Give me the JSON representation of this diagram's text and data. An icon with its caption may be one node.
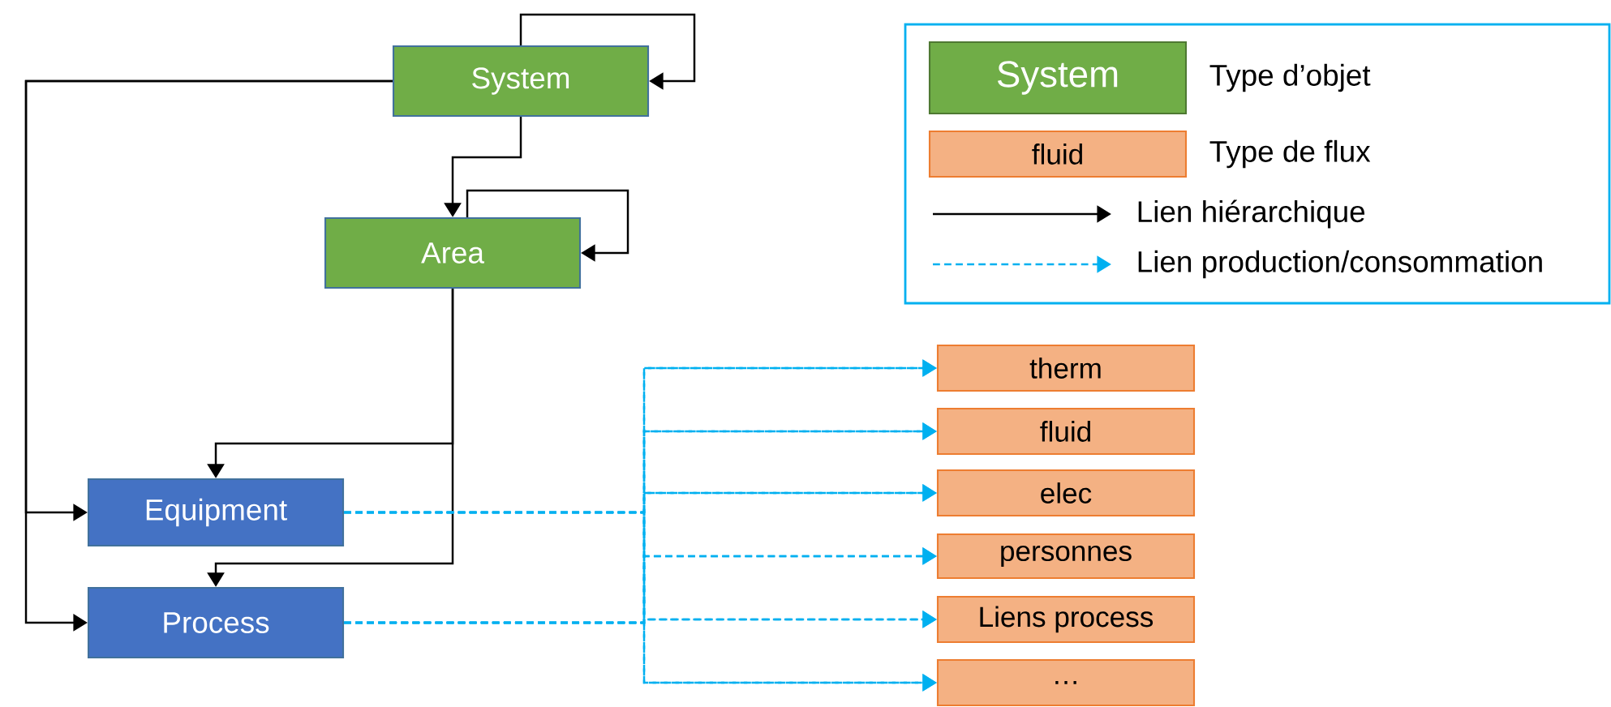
{
  "diagram": {
    "nodes": [
      {
        "text": [
          "System"
        ]
      },
      {
        "text": [
          "Area"
        ]
      },
      {
        "text": [
          "Equipment"
        ]
      },
      {
        "text": [
          "Process"
        ]
      },
      {
        "text": [
          "therm"
        ]
      },
      {
        "text": [
          "fluid"
        ]
      },
      {
        "text": [
          "elec"
        ]
      },
      {
        "text": [
          "personnes"
        ]
      },
      {
        "text": [
          "Liens process"
        ]
      },
      {
        "text": [
          "…"
        ]
      }
    ],
    "edges": [
      {
        "from": 0,
        "to": 0,
        "arrow": "to",
        "color": "#000000"
      },
      {
        "from": 0,
        "to": 1,
        "arrow": "to",
        "color": "#000000"
      },
      {
        "from": 1,
        "to": 1,
        "arrow": "to",
        "color": "#000000"
      },
      {
        "from": 0,
        "to": 2,
        "arrow": "to",
        "color": "#000000"
      },
      {
        "from": 0,
        "to": 3,
        "arrow": "to",
        "color": "#000000"
      },
      {
        "from": 1,
        "to": 2,
        "arrow": "to",
        "color": "#000000"
      },
      {
        "from": 1,
        "to": 3,
        "arrow": "to",
        "color": "#000000"
      },
      {
        "from": 2,
        "to": 4,
        "arrow": "to",
        "style": "dashed",
        "color": "#00b0f0"
      },
      {
        "from": 2,
        "to": 5,
        "arrow": "to",
        "style": "dashed",
        "color": "#00b0f0"
      },
      {
        "from": 2,
        "to": 6,
        "arrow": "to",
        "style": "dashed",
        "color": "#00b0f0"
      },
      {
        "from": 2,
        "to": 7,
        "arrow": "to",
        "style": "dashed",
        "color": "#00b0f0"
      },
      {
        "from": 2,
        "to": 8,
        "arrow": "to",
        "style": "dashed",
        "color": "#00b0f0"
      },
      {
        "from": 2,
        "to": 9,
        "arrow": "to",
        "style": "dashed",
        "color": "#00b0f0"
      },
      {
        "from": 3,
        "to": 4,
        "arrow": "to",
        "style": "dashed",
        "color": "#00b0f0"
      },
      {
        "from": 3,
        "to": 5,
        "arrow": "to",
        "style": "dashed",
        "color": "#00b0f0"
      },
      {
        "from": 3,
        "to": 6,
        "arrow": "to",
        "style": "dashed",
        "color": "#00b0f0"
      },
      {
        "from": 3,
        "to": 7,
        "arrow": "to",
        "style": "dashed",
        "color": "#00b0f0"
      },
      {
        "from": 3,
        "to": 8,
        "arrow": "to",
        "style": "dashed",
        "color": "#00b0f0"
      },
      {
        "from": 3,
        "to": 9,
        "arrow": "to",
        "style": "dashed",
        "color": "#00b0f0"
      }
    ],
    "labels": [
      "System",
      "fluid"
    ],
    "legend": [
      {
        "text": "Type d’objet",
        "color": "#70ad47"
      },
      {
        "text": "Type de flux",
        "color": "#f4b183"
      },
      {
        "text": "Lien hiérarchique"
      },
      {
        "text": "Lien production/consommation"
      }
    ]
  }
}
